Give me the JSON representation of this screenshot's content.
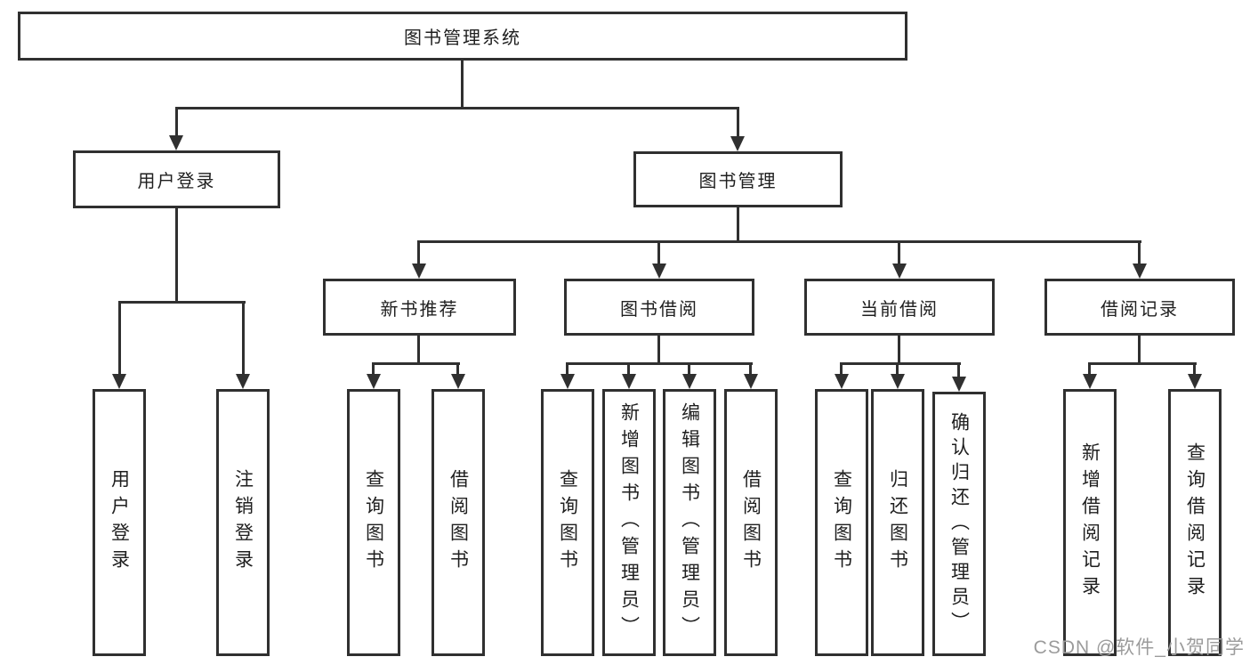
{
  "tree": {
    "root": "图书管理系统",
    "branches": [
      {
        "label": "用户登录",
        "leaves": [
          "用户登录",
          "注销登录"
        ]
      },
      {
        "label": "图书管理",
        "groups": [
          {
            "label": "新书推荐",
            "leaves": [
              "查询图书",
              "借阅图书"
            ]
          },
          {
            "label": "图书借阅",
            "leaves": [
              "查询图书",
              "新增图书（管理员）",
              "编辑图书（管理员）",
              "借阅图书"
            ]
          },
          {
            "label": "当前借阅",
            "leaves": [
              "查询图书",
              "归还图书",
              "确认归还（管理员）"
            ]
          },
          {
            "label": "借阅记录",
            "leaves": [
              "新增借阅记录",
              "查询借阅记录"
            ]
          }
        ]
      }
    ]
  },
  "watermark": {
    "text": "CSDN @软件_小贺同学"
  },
  "colors": {
    "line": "#303030",
    "text": "#1f1f1f",
    "watermark": "#9b9b9b",
    "background": "#ffffff"
  }
}
